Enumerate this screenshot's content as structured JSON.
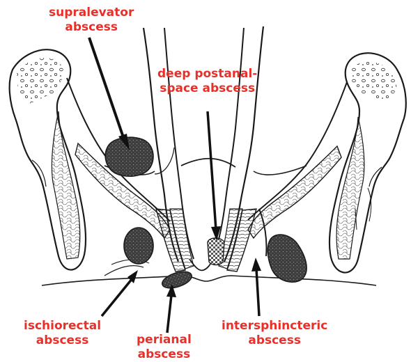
{
  "labels": {
    "supralevator": {
      "line1": "supralevator",
      "line2": "abscess"
    },
    "deep_postanal": {
      "line1": "deep postanal-",
      "line2": "space abscess"
    },
    "ischiorectal": {
      "line1": "ischiorectal",
      "line2": "abscess"
    },
    "perianal": {
      "line1": "perianal",
      "line2": "abscess"
    },
    "intersphincteric": {
      "line1": "intersphincteric",
      "line2": "abscess"
    }
  },
  "colors": {
    "label": "#e8302a",
    "line": "#1a1a1a",
    "abscess_fill": "#4a4a4a"
  }
}
